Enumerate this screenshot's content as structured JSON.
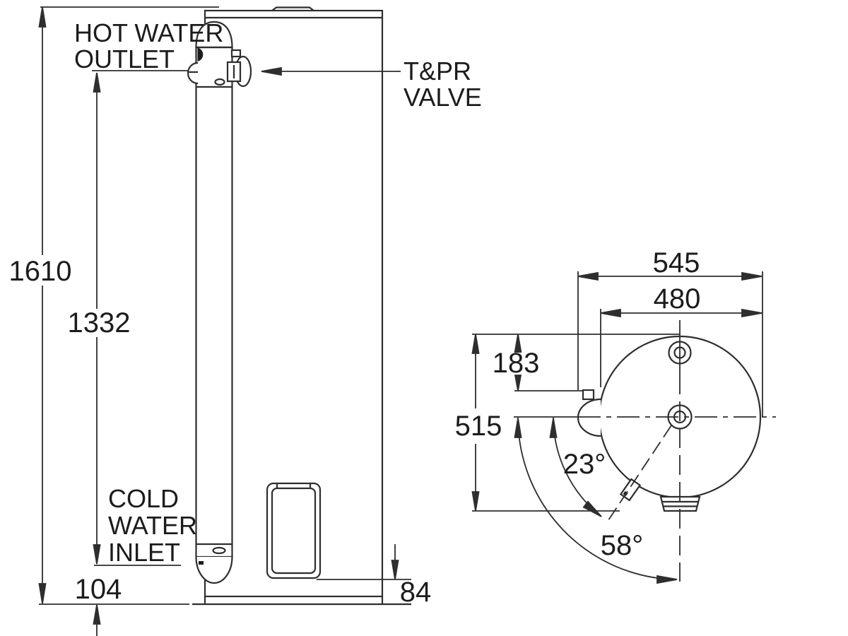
{
  "title": "Water heater dimensioned drawing",
  "front_view": {
    "labels": {
      "hot_water_outlet_line1": "HOT WATER",
      "hot_water_outlet_line2": "OUTLET",
      "tpr_valve_line1": "T&PR",
      "tpr_valve_line2": "VALVE",
      "cold_water_inlet_line1": "COLD",
      "cold_water_inlet_line2": "WATER",
      "cold_water_inlet_line3": "INLET"
    },
    "dims": {
      "overall_height": "1610",
      "outlet_height": "1332",
      "inlet_offset": "104",
      "base_height": "84"
    }
  },
  "top_view": {
    "dims": {
      "overall_width": "545",
      "diameter": "480",
      "tpr_offset": "183",
      "depth": "515"
    },
    "angles": {
      "element_angle": "23°",
      "drain_angle": "58°"
    }
  },
  "colors": {
    "line": "#2e2e2e",
    "text": "#1c1c1c",
    "background": "#ffffff"
  }
}
